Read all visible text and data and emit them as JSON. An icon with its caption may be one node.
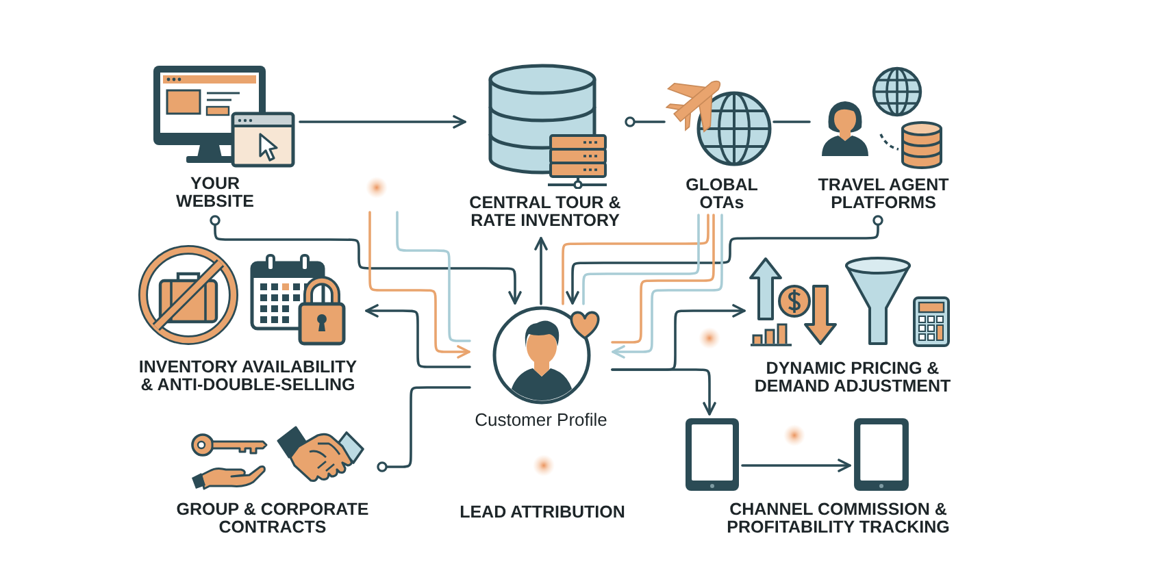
{
  "diagram": {
    "nodes": [
      {
        "text": [
          "YOUR WEBSITE"
        ]
      },
      {
        "text": [
          "CENTRAL TOUR & RATE INVENTORY"
        ]
      },
      {
        "text": [
          "GLOBAL OTAs"
        ]
      },
      {
        "text": [
          "TRAVEL AGENT PLATFORMS"
        ]
      },
      {
        "text": [
          "INVENTORY AVAILABILITY & ANTI-DOUBLE-SELLING"
        ]
      },
      {
        "text": [
          "Customer Profile"
        ]
      },
      {
        "text": [
          "DYNAMIC PRICING & DEMAND ADJUSTMENT"
        ]
      },
      {
        "text": [
          "GROUP & CORPORATE CONTRACTS"
        ]
      },
      {
        "text": [],
        "shape": "picture"
      },
      {
        "text": [],
        "shape": "picture"
      }
    ],
    "edges": [
      {
        "from": 0,
        "to": 1,
        "arrow": "to"
      },
      {
        "from": 1,
        "to": 2,
        "arrow": "other"
      },
      {
        "from": 2,
        "to": 3,
        "arrow": "none"
      },
      {
        "from": 0,
        "to": 5,
        "arrow": "to"
      },
      {
        "from": null,
        "to": 5,
        "arrow": "to",
        "color": "#e9a46e"
      },
      {
        "from": null,
        "to": 5,
        "arrow": "none",
        "color": "#a9cdd6"
      },
      {
        "from": 3,
        "to": 5,
        "arrow": "to"
      },
      {
        "from": 2,
        "to": 5,
        "arrow": "none",
        "color": "#e9a46e"
      },
      {
        "from": 2,
        "to": 5,
        "arrow": "none",
        "color": "#a9cdd6"
      },
      {
        "from": 2,
        "to": 5,
        "arrow": "none",
        "color": "#e9a46e"
      },
      {
        "from": 2,
        "to": 5,
        "arrow": "to",
        "color": "#a9cdd6"
      },
      {
        "from": 5,
        "to": 1,
        "arrow": "to"
      },
      {
        "from": 5,
        "to": 4,
        "arrow": "to"
      },
      {
        "from": 7,
        "to": 5,
        "arrow": "other"
      },
      {
        "from": 5,
        "to": 6,
        "arrow": "to"
      },
      {
        "from": 5,
        "to": 8,
        "arrow": "to"
      },
      {
        "from": 8,
        "to": 9,
        "arrow": "to"
      }
    ],
    "labels": [
      "LEAD ATTRIBUTION",
      "CHANNEL COMMISSION & PROFITABILITY TRACKING"
    ]
  }
}
